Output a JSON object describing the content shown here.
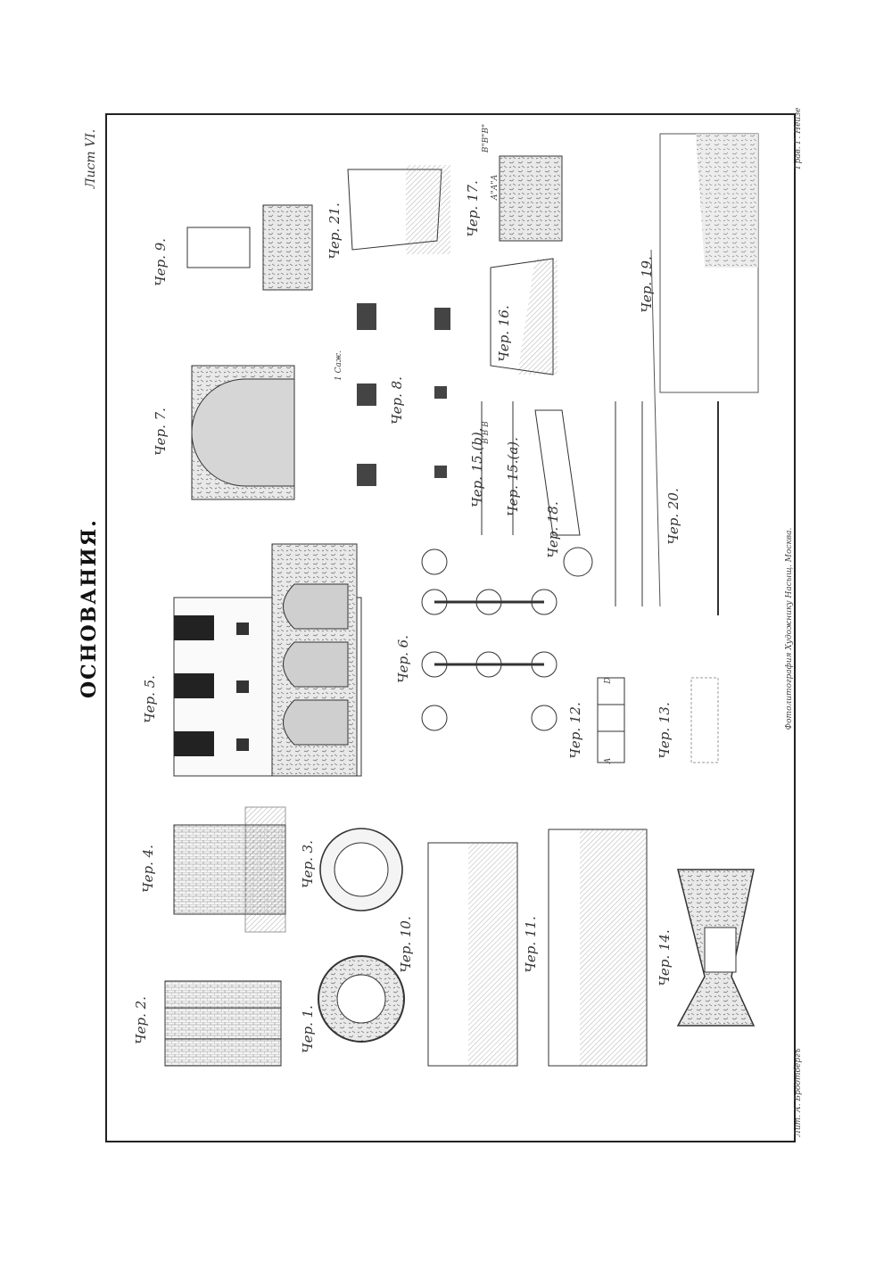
{
  "plate": {
    "title": "ОСНОВАНИЯ.",
    "sheet_no": "Лист VI.",
    "printer": "Фотолитография Художнику Насыщ. Москва.",
    "engraver_left": "Лит. А. Бродтбергъ",
    "engraver_right": "Грав. Г. Нейзе"
  },
  "figures": [
    {
      "id": "f1",
      "label": "Чер. 1."
    },
    {
      "id": "f2",
      "label": "Чер. 2."
    },
    {
      "id": "f3",
      "label": "Чер. 3."
    },
    {
      "id": "f4",
      "label": "Чер. 4."
    },
    {
      "id": "f5",
      "label": "Чер. 5."
    },
    {
      "id": "f6",
      "label": "Чер. 6."
    },
    {
      "id": "f7",
      "label": "Чер. 7."
    },
    {
      "id": "f8",
      "label": "Чер. 8."
    },
    {
      "id": "f9",
      "label": "Чер. 9."
    },
    {
      "id": "f10",
      "label": "Чер. 10."
    },
    {
      "id": "f11",
      "label": "Чер. 11."
    },
    {
      "id": "f12",
      "label": "Чер. 12."
    },
    {
      "id": "f13",
      "label": "Чер. 13."
    },
    {
      "id": "f14",
      "label": "Чер. 14."
    },
    {
      "id": "f15a",
      "label": "Чер. 15.(а)."
    },
    {
      "id": "f15b",
      "label": "Чер. 15.(b)."
    },
    {
      "id": "f16",
      "label": "Чер. 16."
    },
    {
      "id": "f17",
      "label": "Чер. 17."
    },
    {
      "id": "f18",
      "label": "Чер. 18."
    },
    {
      "id": "f19",
      "label": "Чер. 19."
    },
    {
      "id": "f20",
      "label": "Чер. 20."
    },
    {
      "id": "f21",
      "label": "Чер. 21."
    }
  ],
  "annotations": {
    "f17_section": "А\"А\"А",
    "f17_section2": "В\"В\"В\"",
    "f12_a": "A",
    "f12_b": "D",
    "f15_marks": "B B B",
    "f8_scale": "1 Саж."
  }
}
